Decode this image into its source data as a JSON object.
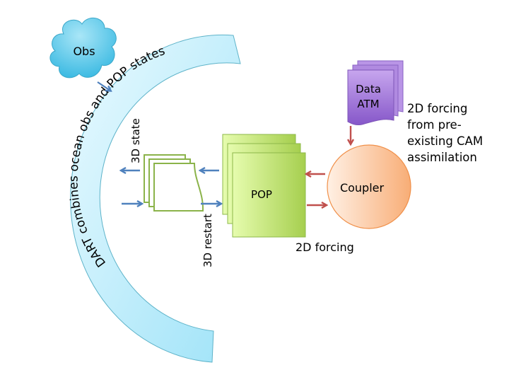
{
  "diagram": {
    "arc": {
      "label": "DART combines  ocean  obs and POP states",
      "fill_start": "#e6f8ff",
      "fill_end": "#a5e6fa",
      "stroke": "#5eb3c9"
    },
    "obs": {
      "label": "Obs",
      "fill": "#5fcbea",
      "stroke": "#3aa6c8"
    },
    "restart_files": {
      "label_state": "3D state",
      "label_restart": "3D restart",
      "stroke": "#8bb34a"
    },
    "pop": {
      "label": "POP",
      "fill_start": "#e4fbaa",
      "fill_end": "#a9d152",
      "stroke": "#8db84a"
    },
    "coupler": {
      "label": "Coupler",
      "fill_start": "#fde7d6",
      "fill_end": "#f8b07c",
      "stroke": "#f0904a"
    },
    "data_atm": {
      "line1": "Data",
      "line2": "ATM",
      "fill_start": "#c9a9ee",
      "fill_end": "#8a5ccc",
      "stroke": "#7e55b8"
    },
    "labels": {
      "forcing_2d": "2D forcing",
      "cam_note": [
        "2D forcing",
        "from pre-",
        "existing CAM",
        "assimilation"
      ]
    },
    "colors": {
      "blue_arrow": "#4f81bd",
      "red_arrow": "#c0504d"
    }
  }
}
